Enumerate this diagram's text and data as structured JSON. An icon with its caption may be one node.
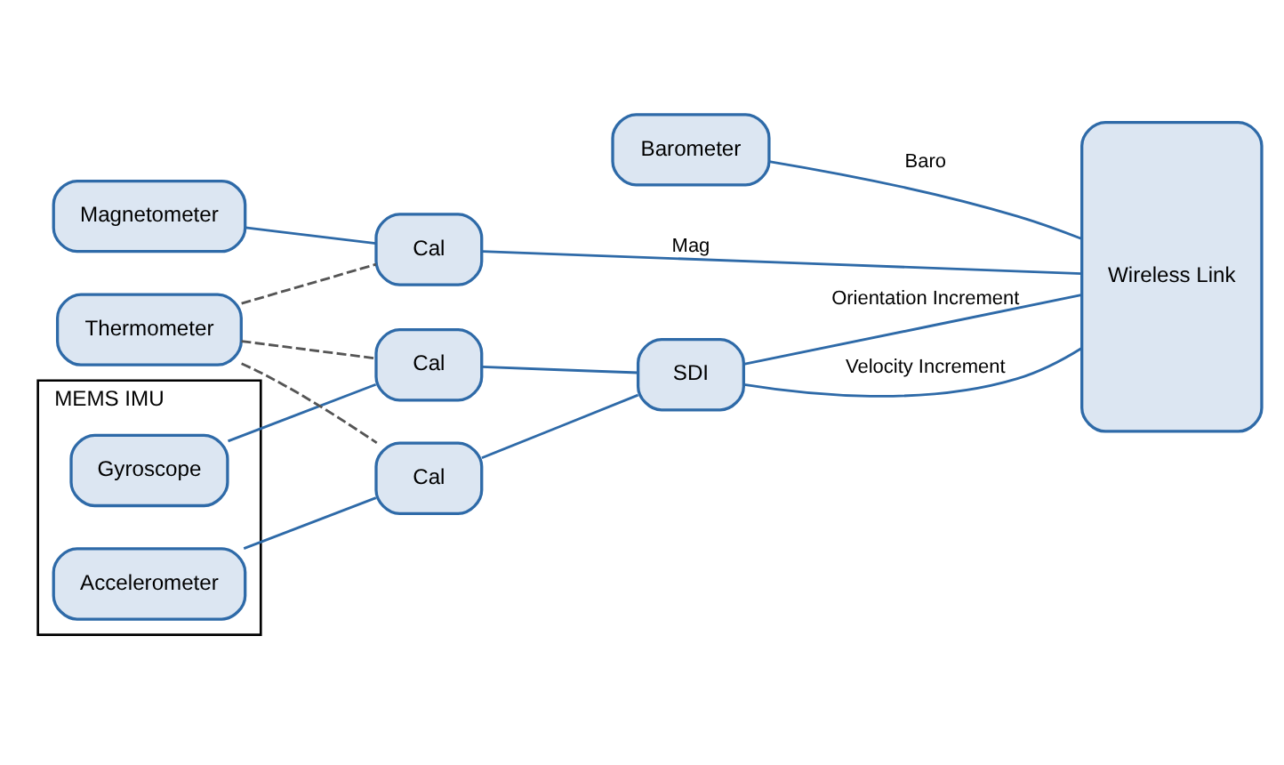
{
  "diagram": {
    "nodes": [
      {
        "text": [
          "MEMS IMU"
        ]
      },
      {
        "text": [
          "Gyroscope"
        ],
        "in": 0
      },
      {
        "text": [
          "Accelerometer"
        ],
        "in": 0
      },
      {
        "text": [
          "Magnetometer"
        ]
      },
      {
        "text": [
          "Thermometer"
        ]
      },
      {
        "text": [
          "Barometer"
        ]
      },
      {
        "text": [
          "Cal"
        ]
      },
      {
        "text": [
          "Cal"
        ]
      },
      {
        "text": [
          "Cal"
        ]
      },
      {
        "text": [
          "SDI"
        ]
      },
      {
        "text": [
          "Wireless Link"
        ]
      }
    ],
    "edges": [
      {
        "from": 1,
        "to": 6,
        "arrow": "none"
      },
      {
        "from": 2,
        "to": 7,
        "arrow": "none"
      },
      {
        "from": 3,
        "to": 8,
        "arrow": "none"
      },
      {
        "from": 4,
        "to": 6,
        "arrow": "none",
        "style": "dashed",
        "color": "#555555"
      },
      {
        "from": 4,
        "to": 7,
        "arrow": "none",
        "style": "dashed",
        "color": "#555555"
      },
      {
        "from": 4,
        "to": 8,
        "arrow": "none",
        "style": "dashed",
        "color": "#555555"
      },
      {
        "from": 6,
        "to": 9,
        "arrow": "none"
      },
      {
        "from": 7,
        "to": 9,
        "arrow": "none"
      },
      {
        "from": 9,
        "to": 10,
        "arrow": "none",
        "label": "Orientation Increment"
      },
      {
        "from": 9,
        "to": 10,
        "arrow": "none",
        "label": "Velocity Increment"
      },
      {
        "from": 8,
        "to": 10,
        "arrow": "none",
        "label": "Mag"
      },
      {
        "from": 5,
        "to": 10,
        "arrow": "none",
        "label": "Baro"
      }
    ]
  }
}
